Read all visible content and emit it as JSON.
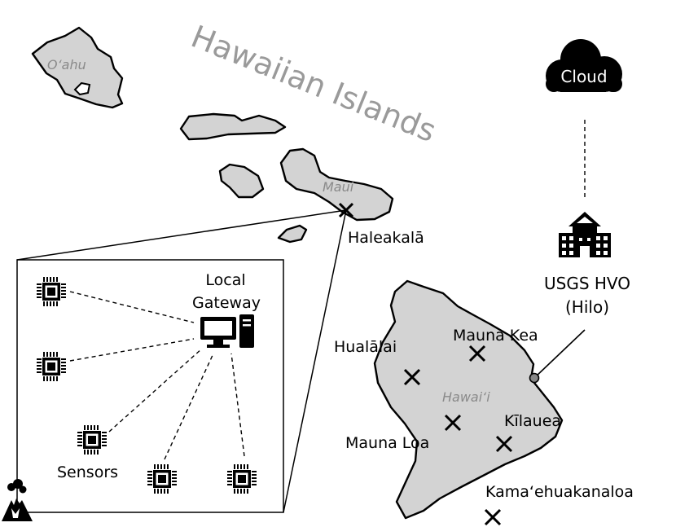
{
  "title": "Hawaiian Islands",
  "islands": {
    "oahu": "O‘ahu",
    "maui": "Maui",
    "hawaii": "Hawai‘i"
  },
  "sites": {
    "haleakala": "Haleakalā",
    "hualalai": "Hualālai",
    "mauna_kea": "Mauna Kea",
    "mauna_loa": "Mauna Loa",
    "kilauea": "Kīlauea",
    "kamaehuakanaloa": "Kama‘ehuakanaloa"
  },
  "inset": {
    "gateway_line1": "Local",
    "gateway_line2": "Gateway",
    "sensors": "Sensors"
  },
  "cloud": "Cloud",
  "observatory": {
    "line1": "USGS HVO",
    "line2": "(Hilo)"
  },
  "colors": {
    "land": "#d3d3d3",
    "title": "#9a9a9a",
    "island_label": "#8a8a8a"
  }
}
